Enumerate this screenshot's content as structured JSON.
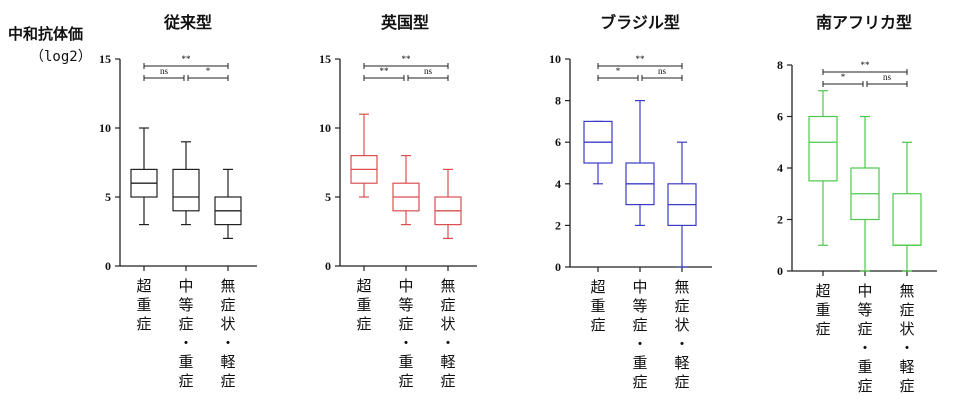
{
  "y_axis": {
    "label": "中和抗体価",
    "unit": "（log2）"
  },
  "chart_data": [
    {
      "type": "box",
      "title": "従来型",
      "color": "#222222",
      "categories": [
        "超重症",
        "中等症・重症",
        "無症状・軽症"
      ],
      "ylim": [
        0,
        15
      ],
      "yticks": [
        0,
        5,
        10,
        15
      ],
      "boxes": [
        {
          "min": 3,
          "q1": 5,
          "median": 6,
          "q3": 7,
          "max": 10
        },
        {
          "min": 3,
          "q1": 4,
          "median": 5,
          "q3": 7,
          "max": 9
        },
        {
          "min": 2,
          "q1": 3,
          "median": 4,
          "q3": 5,
          "max": 7
        }
      ],
      "significance": [
        {
          "from": 0,
          "to": 2,
          "label": "**",
          "level": 2
        },
        {
          "from": 0,
          "to": 1,
          "label": "ns",
          "level": 1
        },
        {
          "from": 1,
          "to": 2,
          "label": "*",
          "level": 1
        }
      ]
    },
    {
      "type": "box",
      "title": "英国型",
      "color": "#d94f4f",
      "categories": [
        "超重症",
        "中等症・重症",
        "無症状・軽症"
      ],
      "ylim": [
        0,
        15
      ],
      "yticks": [
        0,
        5,
        10,
        15
      ],
      "boxes": [
        {
          "min": 5,
          "q1": 6,
          "median": 7,
          "q3": 8,
          "max": 11
        },
        {
          "min": 3,
          "q1": 4,
          "median": 5,
          "q3": 6,
          "max": 8
        },
        {
          "min": 2,
          "q1": 3,
          "median": 4,
          "q3": 5,
          "max": 7
        }
      ],
      "significance": [
        {
          "from": 0,
          "to": 2,
          "label": "**",
          "level": 2
        },
        {
          "from": 0,
          "to": 1,
          "label": "**",
          "level": 1
        },
        {
          "from": 1,
          "to": 2,
          "label": "ns",
          "level": 1
        }
      ]
    },
    {
      "type": "box",
      "title": "ブラジル型",
      "color": "#3b3bc4",
      "categories": [
        "超重症",
        "中等症・重症",
        "無症状・軽症"
      ],
      "ylim": [
        0,
        10
      ],
      "yticks": [
        0,
        2,
        4,
        6,
        8,
        10
      ],
      "boxes": [
        {
          "min": 4,
          "q1": 5,
          "median": 6,
          "q3": 7,
          "max": 7
        },
        {
          "min": 2,
          "q1": 3,
          "median": 4,
          "q3": 5,
          "max": 8
        },
        {
          "min": 0,
          "q1": 2,
          "median": 3,
          "q3": 4,
          "max": 6
        }
      ],
      "significance": [
        {
          "from": 0,
          "to": 2,
          "label": "**",
          "level": 2
        },
        {
          "from": 0,
          "to": 1,
          "label": "*",
          "level": 1
        },
        {
          "from": 1,
          "to": 2,
          "label": "ns",
          "level": 1
        }
      ]
    },
    {
      "type": "box",
      "title": "南アフリカ型",
      "color": "#4cc94c",
      "categories": [
        "超重症",
        "中等症・重症",
        "無症状・軽症"
      ],
      "ylim": [
        0,
        8
      ],
      "yticks": [
        0,
        2,
        4,
        6,
        8
      ],
      "boxes": [
        {
          "min": 1,
          "q1": 3.5,
          "median": 5,
          "q3": 6,
          "max": 7
        },
        {
          "min": 0,
          "q1": 2,
          "median": 3,
          "q3": 4,
          "max": 6
        },
        {
          "min": 0,
          "q1": 1,
          "median": 1,
          "q3": 3,
          "max": 5
        }
      ],
      "significance": [
        {
          "from": 0,
          "to": 2,
          "label": "**",
          "level": 2
        },
        {
          "from": 0,
          "to": 1,
          "label": "*",
          "level": 1
        },
        {
          "from": 1,
          "to": 2,
          "label": "ns",
          "level": 1
        }
      ]
    }
  ]
}
